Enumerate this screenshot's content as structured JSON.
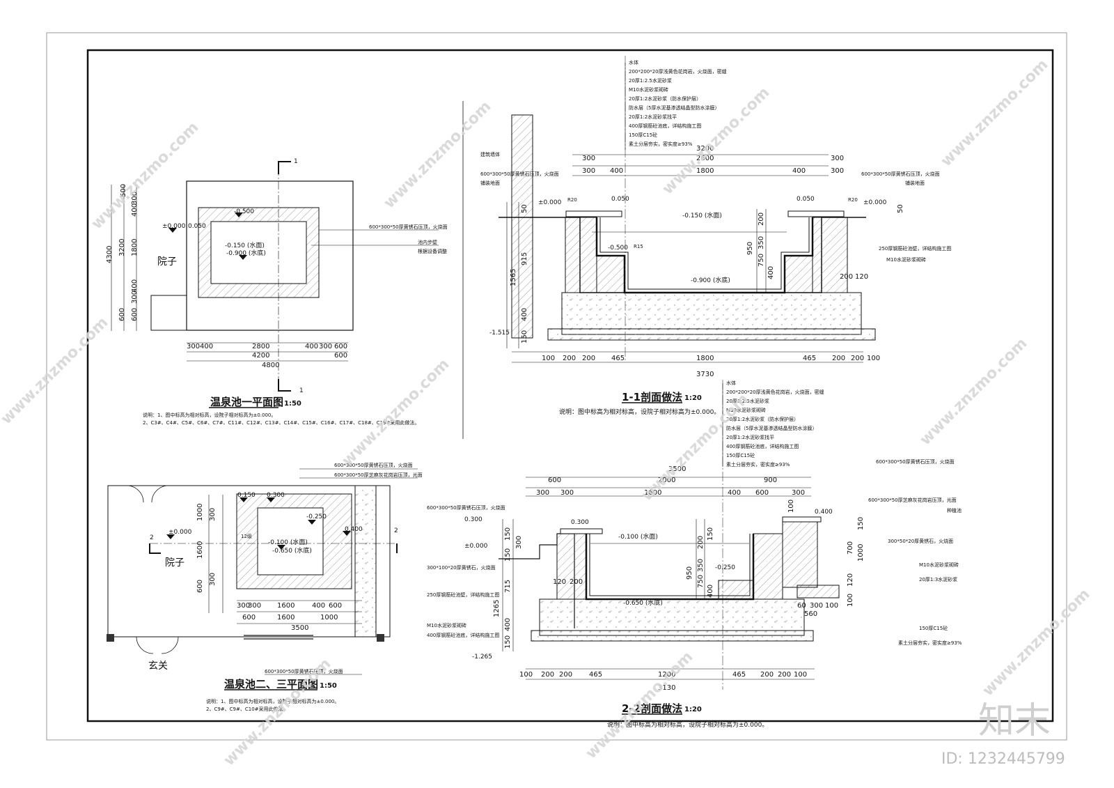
{
  "watermark": {
    "site": "www.znzmo.com",
    "brand": "知末",
    "brand_logo": "知末",
    "id": "ID: 1232445799"
  },
  "plan1": {
    "title": "温泉池一平面图",
    "scale": "1:50",
    "notes": [
      "说明：1、图中标高为相对标高，设院子相对标高为±0.000。",
      "2、C3#、C4#、C5#、C6#、C7#、C11#、C12#、C13#、C14#、C15#、C16#、C17#、C18#、C19#采用此做法。"
    ],
    "room": "院子",
    "section_mark": "1",
    "elevations": [
      "-0.500",
      "±0.000",
      "0.050",
      "-0.150 (水面)",
      "-0.900 (水底)"
    ],
    "callouts": [
      "600*300*50厚黄锈石压顶，火烧面",
      "池内步壁",
      "根据设备调整"
    ],
    "dims_left": [
      "500",
      "400",
      "300",
      "3200",
      "1800",
      "400",
      "300",
      "600",
      "4300",
      "600"
    ],
    "dims_bottom_row1": [
      "300",
      "400",
      "2800",
      "400",
      "300",
      "600"
    ],
    "dims_bottom_row2": [
      "4200",
      "600"
    ],
    "dims_bottom_row3": [
      "4800"
    ]
  },
  "plan2": {
    "title": "温泉池二、三平面图",
    "scale": "1:50",
    "notes": [
      "说明：1、图中标高为相对标高，设院子相对标高为±0.000。",
      "2、C9#、C9#、C10#采用此做法。"
    ],
    "room_yard": "院子",
    "room_entry": "玄关",
    "section_mark": "2",
    "step": "12级",
    "elevations": [
      "0.150",
      "0.300",
      "-0.250",
      "0.400",
      "±0.000",
      "-0.100 (水面)",
      "-0.650 (水底)"
    ],
    "callouts": [
      "600*300*50厚黄锈石压顶，火烧面",
      "600*300*50厚芝麻灰花岗岩压顶，光面",
      "600*300*50厚黄锈石压顶，火烧面"
    ],
    "dims_left": [
      "1000",
      "1600",
      "600",
      "300",
      "300"
    ],
    "dims_bottom_row1": [
      "300",
      "300",
      "1600",
      "400",
      "600"
    ],
    "dims_bottom_row2": [
      "600",
      "1600",
      "1000"
    ],
    "dims_bottom_row3": [
      "3500"
    ]
  },
  "section1": {
    "title": "1-1剖面做法",
    "scale": "1:20",
    "note": "说明：图中标高为相对标高，设院子相对标高为±0.000。",
    "layers": [
      "水体",
      "200*200*20厚浅黄色花岗岩，火烧面，密缝",
      "20厚1:2.5水泥砂浆",
      "M10水泥砂浆砌砖",
      "20厚1:2水泥砂浆（防水保护层）",
      "防水层（5厚水泥基渗透结晶型防水涂膜）",
      "20厚1:2水泥砂浆找平",
      "400厚钢筋砼池底，详结构施工图",
      "150厚C15砼",
      "素土分层夯实，密实度≥93%"
    ],
    "left_labels": [
      "建筑墙体",
      "600*300*50厚黄锈石压顶，火烧面",
      "铺装地面"
    ],
    "right_labels": [
      "600*300*50厚黄锈石压顶，火烧面",
      "铺装地面",
      "250厚钢筋砼池壁，详结构施工图",
      "M10水泥砂浆砌砖"
    ],
    "elevations": [
      "±0.000",
      "0.050",
      "0.050",
      "±0.000",
      "-0.150 (水面)",
      "-0.500",
      "-0.900 (水底)",
      "-1.515"
    ],
    "radius": [
      "R20",
      "R20",
      "R15"
    ],
    "dims_top_row1": [
      "3200"
    ],
    "dims_top_row2": [
      "300",
      "2600",
      "300"
    ],
    "dims_top_row3": [
      "300",
      "400",
      "1800",
      "400",
      "300"
    ],
    "dims_left": [
      "50",
      "915",
      "1565",
      "400",
      "150"
    ],
    "dims_mid": [
      "200",
      "350",
      "400",
      "950",
      "750",
      "200",
      "120",
      "50"
    ],
    "dims_bottom_row1": [
      "100",
      "200",
      "200",
      "465",
      "1800",
      "465",
      "200",
      "200",
      "100"
    ],
    "dims_bottom_row2": [
      "3730"
    ]
  },
  "section2": {
    "title": "2-2剖面做法",
    "scale": "1:20",
    "note": "说明：图中标高为相对标高，设院子相对标高为±0.000。",
    "layers": [
      "水体",
      "200*200*20厚浅黄色花岗岩，火烧面，密缝",
      "20厚1:2.5水泥砂浆",
      "M10水泥砂浆砌砖",
      "20厚1:2水泥砂浆（防水保护层）",
      "防水层（5厚水泥基渗透结晶型防水涂膜）",
      "20厚1:2水泥砂浆找平",
      "400厚钢筋砼池底，详结构施工图",
      "150厚C15砼",
      "素土分层夯实，密实度≥93%"
    ],
    "left_labels": [
      "600*300*50厚黄锈石压顶，火烧面",
      "300*100*20厚黄锈石，火烧面",
      "250厚钢筋砼池壁，详结构施工图",
      "M10水泥砂浆砌砖",
      "400厚钢筋砼池底，详结构施工图"
    ],
    "right_labels": [
      "600*300*50厚黄锈石压顶，火烧面",
      "600*300*50厚芝麻灰花岗岩压顶，光面",
      "种植池",
      "300*50*20厚黄锈石，火烧面",
      "M10水泥砂浆砌砖",
      "20厚1:3水泥砂浆",
      "150厚C15砼",
      "素土分层夯实，密实度≥93%"
    ],
    "elevations": [
      "0.300",
      "±0.000",
      "0.300",
      "-0.100 (水面)",
      "-0.250",
      "-0.650 (水底)",
      "0.400",
      "-1.265"
    ],
    "dims_top_row1": [
      "3500"
    ],
    "dims_top_row2": [
      "600",
      "2000",
      "900"
    ],
    "dims_top_row3": [
      "300",
      "300",
      "1600",
      "400",
      "600",
      "300"
    ],
    "dims_left": [
      "150",
      "300",
      "150",
      "715",
      "1265",
      "400",
      "150"
    ],
    "dims_mid": [
      "200",
      "150",
      "350",
      "950",
      "750",
      "400",
      "120",
      "200"
    ],
    "dims_right": [
      "100",
      "150",
      "700",
      "1000",
      "120",
      "100",
      "60",
      "300",
      "100",
      "560"
    ],
    "dims_bottom_row1": [
      "100",
      "200",
      "200",
      "465",
      "1200",
      "465",
      "200",
      "200",
      "100"
    ],
    "dims_bottom_row2": [
      "3130"
    ]
  }
}
